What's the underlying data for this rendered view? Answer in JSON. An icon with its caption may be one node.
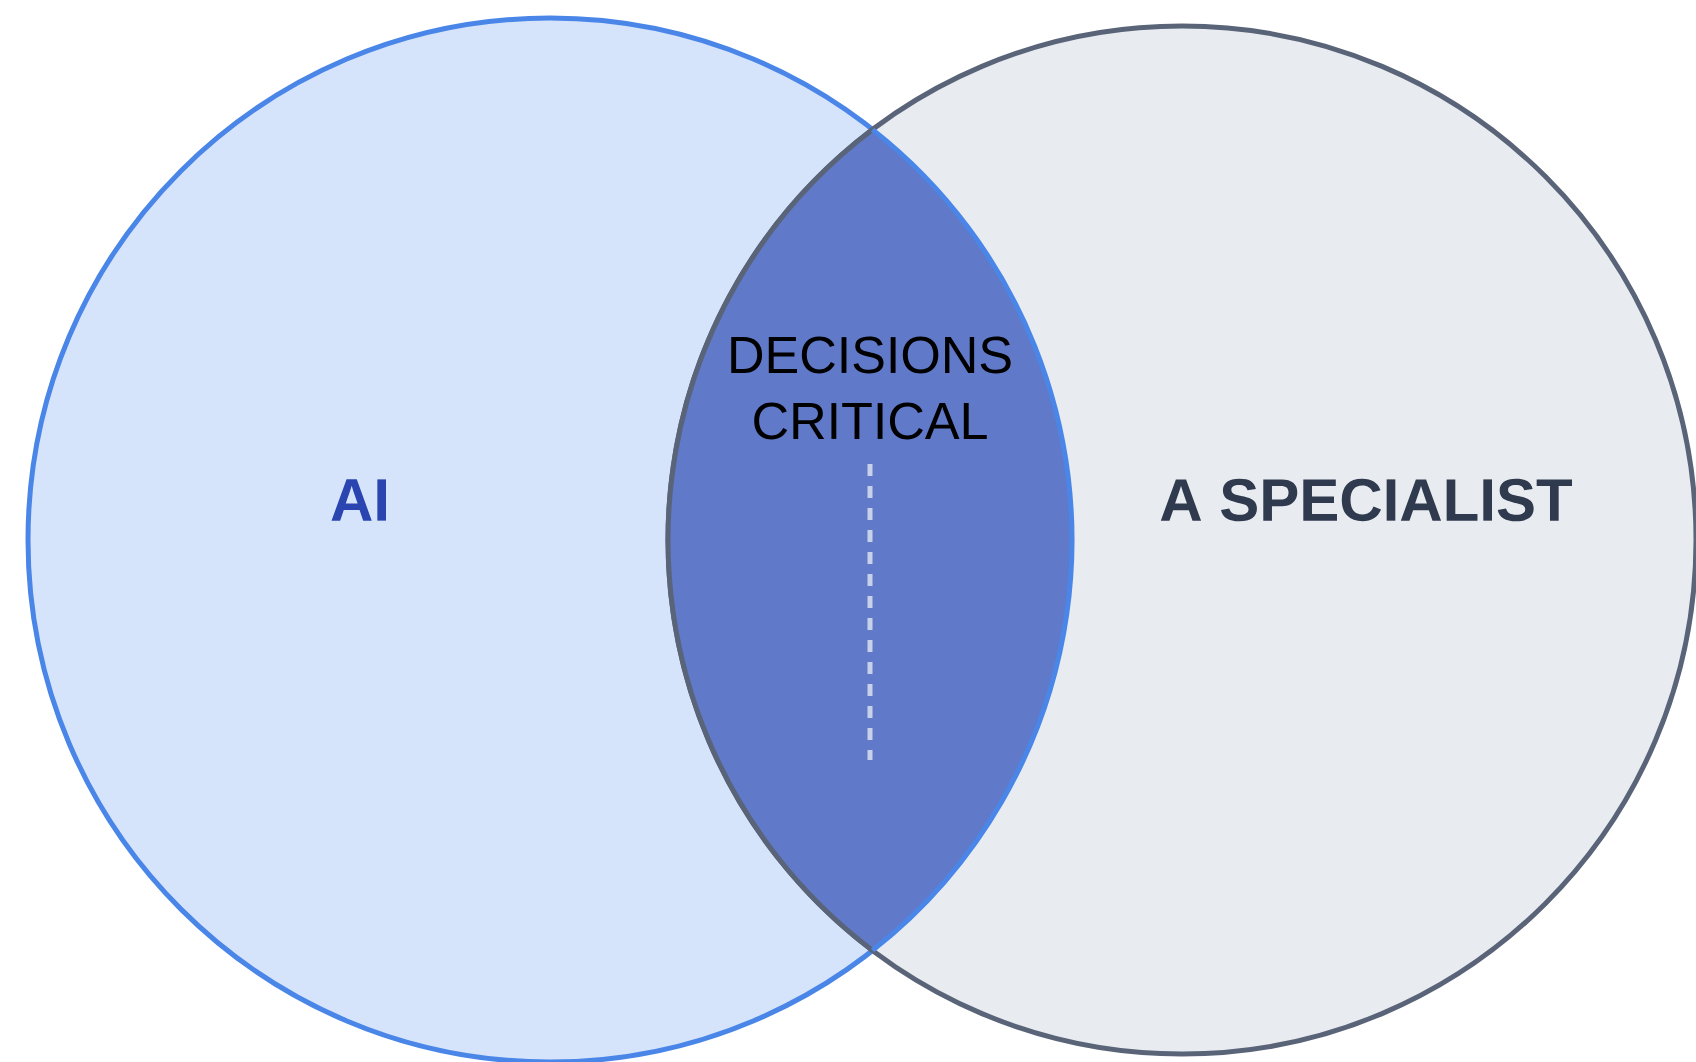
{
  "diagram": {
    "nodes": [
      {
        "text": [
          "AI"
        ]
      },
      {
        "text": [
          "A SPECIALIST"
        ]
      },
      {
        "text": [
          "DECISIONS CRITICAL"
        ]
      }
    ]
  }
}
